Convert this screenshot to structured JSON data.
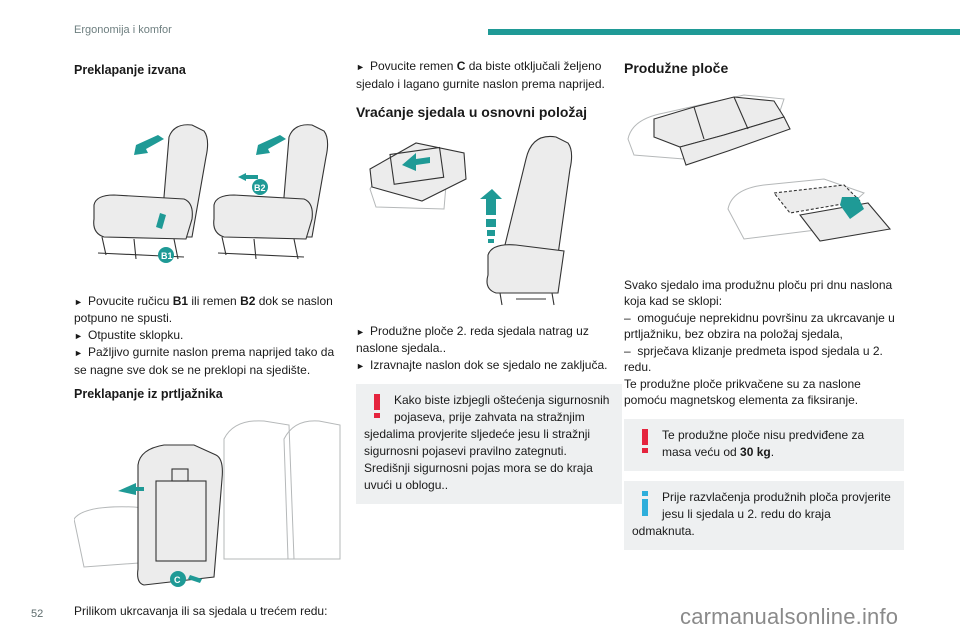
{
  "header": {
    "section_title": "Ergonomija i komfor",
    "accent_color": "#1f9a96"
  },
  "column1": {
    "heading1": "Preklapanje izvana",
    "figure1_labels": [
      "B1",
      "B2"
    ],
    "steps": [
      {
        "prefix": "Povucite ručicu ",
        "bold1": "B1",
        "mid": " ili remen ",
        "bold2": "B2",
        "suffix": " dok se naslon potpuno ne spusti."
      },
      {
        "text": "Otpustite sklopku."
      },
      {
        "text": "Pažljivo gurnite naslon prema naprijed tako da se nagne sve dok se ne preklopi na sjedište."
      }
    ],
    "heading2": "Preklapanje iz prtljažnika",
    "figure2_label": "C",
    "closing_text": "Prilikom ukrcavanja ili sa sjedala u trećem redu:"
  },
  "column2": {
    "step_c": {
      "prefix": "Povucite remen ",
      "bold": "C",
      "suffix": " da biste otključali željeno sjedalo i lagano gurnite naslon prema naprijed."
    },
    "heading": "Vraćanje sjedala u osnovni položaj",
    "steps": [
      {
        "text": "Produžne ploče 2. reda sjedala natrag uz naslone sjedala.."
      },
      {
        "text": "Izravnajte naslon dok se sjedalo ne zaključa."
      }
    ],
    "warning": {
      "icon": "warning-icon",
      "text": "Kako biste izbjegli oštećenja sigurnosnih pojaseva, prije zahvata na stražnjim sjedalima provjerite sljedeće jesu li stražnji sigurnosni pojasevi pravilno zategnuti. Središnji sigurnosni pojas mora se do kraja uvući u oblogu.."
    }
  },
  "column3": {
    "heading": "Produžne ploče",
    "intro": "Svako sjedalo ima produžnu ploču pri dnu naslona koja kad se sklopi:",
    "bullets": [
      "omogućuje neprekidnu površinu za ukrcavanje u prtljažniku, bez obzira na položaj sjedala,",
      "sprječava klizanje predmeta ispod sjedala u 2. redu."
    ],
    "bullet_marker": "–",
    "attach_text": "Te produžne ploče prikvačene su za naslone pomoću magnetskog elementa za fiksiranje.",
    "warning": {
      "icon": "warning-icon",
      "prefix": "Te produžne ploče nisu predviđene za masa veću od ",
      "bold": "30 kg",
      "suffix": "."
    },
    "info": {
      "icon": "info-icon",
      "text": "Prije razvlačenja produžnih ploča provjerite jesu li sjedala u 2. redu do kraja odmaknuta."
    }
  },
  "footer": {
    "page_number": "52",
    "watermark": "carmanualsonline.info"
  },
  "colors": {
    "warning": "#e5243e",
    "info": "#2eaedb",
    "note_bg": "#eef0f1"
  }
}
